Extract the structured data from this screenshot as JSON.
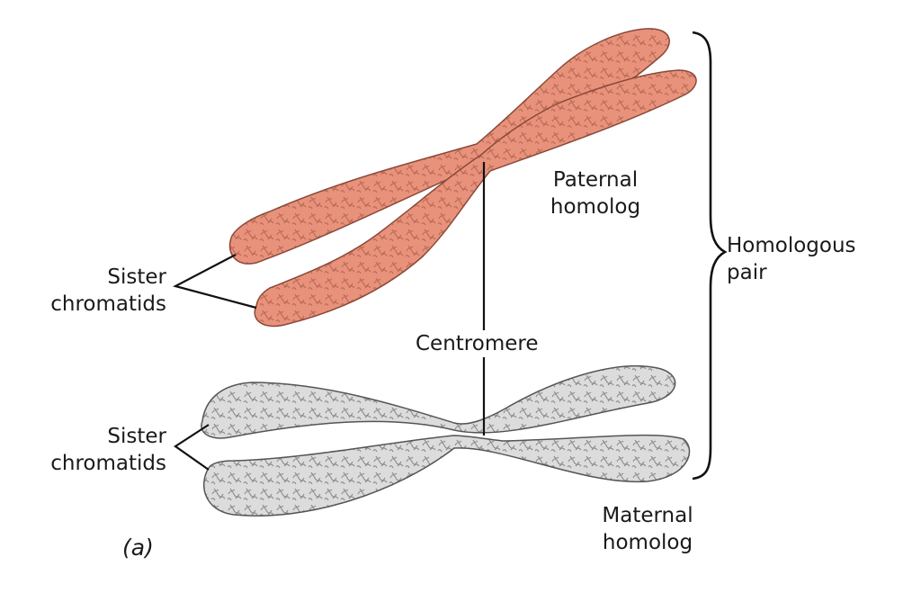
{
  "labels": {
    "paternal_line1": "Paternal",
    "paternal_line2": "homolog",
    "maternal_line1": "Maternal",
    "maternal_line2": "homolog",
    "homologous_line1": "Homologous",
    "homologous_line2": "pair",
    "sister_top_line1": "Sister",
    "sister_top_line2": "chromatids",
    "sister_bottom_line1": "Sister",
    "sister_bottom_line2": "chromatids",
    "centromere": "Centromere",
    "panel": "(a)"
  },
  "colors": {
    "paternal_fill": "#e8927c",
    "paternal_texture": "#b86854",
    "maternal_fill": "#dcdcdc",
    "maternal_texture": "#8a8a8a",
    "line": "#111111"
  }
}
